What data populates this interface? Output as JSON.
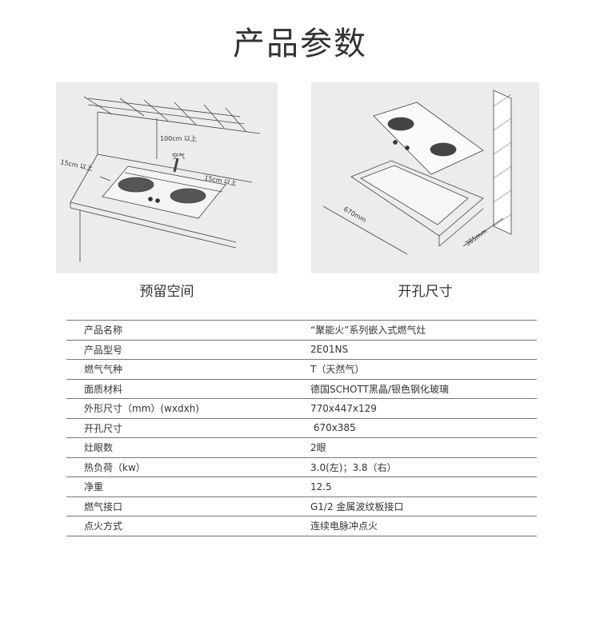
{
  "header": {
    "title": "产品参数"
  },
  "figures": [
    {
      "caption": "预留空间",
      "labels": {
        "height": "100cm 以上",
        "left": "15cm 以上",
        "right": "15cm 以上",
        "air": "空气"
      }
    },
    {
      "caption": "开孔尺寸",
      "labels": {
        "width": "670mm",
        "depth": "385mm"
      }
    }
  ],
  "specs": [
    {
      "label": "产品名称",
      "value": "“聚能火”系列嵌入式燃气灶"
    },
    {
      "label": "产品型号",
      "value": "2E01NS"
    },
    {
      "label": "燃气气种",
      "value": "T（天然气）"
    },
    {
      "label": "面质材料",
      "value": "德国SCHOTT黑晶/银色钢化玻璃"
    },
    {
      "label": "外形尺寸（mm）(wxdxh)",
      "value": "770x447x129"
    },
    {
      "label": "开孔尺寸",
      "value": " 670x385"
    },
    {
      "label": "灶眼数",
      "value": "2眼"
    },
    {
      "label": "热负荷（kw）",
      "value": "3.0(左)；3.8（右）"
    },
    {
      "label": "净重",
      "value": "12.5"
    },
    {
      "label": "燃气接口",
      "value": "G1/2 金属波纹板接口"
    },
    {
      "label": "点火方式",
      "value": "连续电脉冲点火"
    }
  ]
}
